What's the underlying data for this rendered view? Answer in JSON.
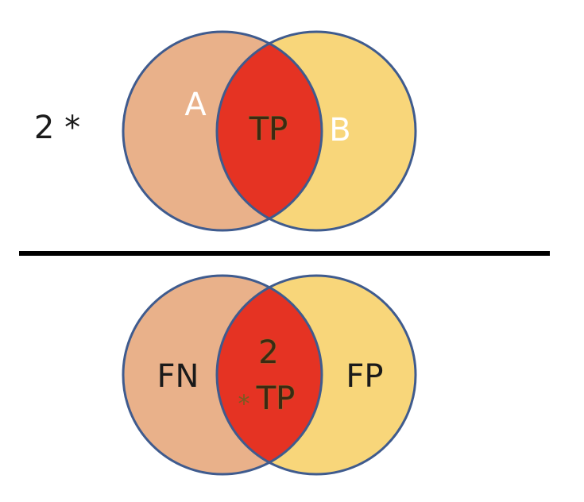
{
  "colors": {
    "circle_a_fill": "#E9B18A",
    "circle_b_fill": "#F8D67A",
    "overlap_fill": "#E53323",
    "circle_stroke": "#3F5B8E",
    "divider": "#000000"
  },
  "numerator": {
    "multiplier_label": "2 *",
    "circle_a_label": "A",
    "circle_b_label": "B",
    "overlap_label": "TP"
  },
  "denominator": {
    "left_label": "FN",
    "right_label": "FP",
    "overlap_label_line1": "2",
    "overlap_label_star": "*",
    "overlap_label_line2": "TP"
  }
}
